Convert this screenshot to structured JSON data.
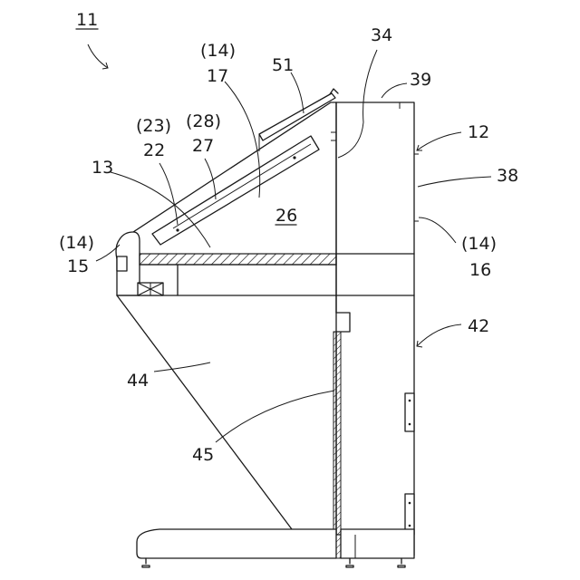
{
  "figure": {
    "title_ref": "11",
    "labels": {
      "l_14a": "(14)",
      "l_17": "17",
      "l_51": "51",
      "l_34": "34",
      "l_39": "39",
      "l_12": "12",
      "l_23": "(23)",
      "l_22": "22",
      "l_28": "(28)",
      "l_27": "27",
      "l_13": "13",
      "l_38": "38",
      "l_26": "26",
      "l_14b": "(14)",
      "l_15": "15",
      "l_14c": "(14)",
      "l_16": "16",
      "l_42": "42",
      "l_44": "44",
      "l_45": "45"
    }
  }
}
